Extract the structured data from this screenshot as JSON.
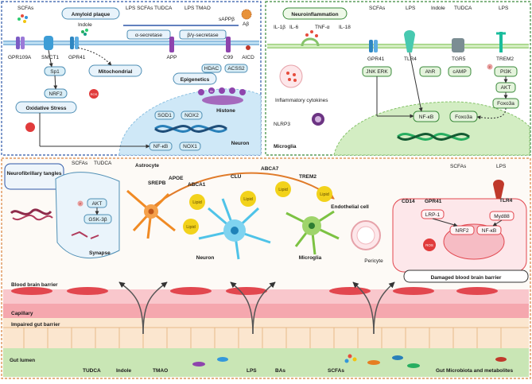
{
  "colors": {
    "neuron_panel_border": "#2d57a8",
    "microglia_panel_border": "#3a8a3a",
    "bottom_panel_border": "#d9823c",
    "neuron_cyan": "#4fc3e8",
    "astrocyte_orange": "#f08a24",
    "microglia_green": "#7cc242",
    "vessel_red": "#e2474f",
    "gut_green": "#c9e6b5",
    "lipid_yellow": "#f2d21b",
    "ros_red": "#e13b3b",
    "node_fill": "#d9eef7",
    "node_border": "#4f8fb5"
  },
  "neuron_panel": {
    "title_amyloid": "Amyloid plaque",
    "title_neuron": "Neuron",
    "scfas": "SCFAs",
    "lps_scfas_tudca": "LPS SCFAs TUDCA",
    "lps_tmao": "LPS  TMAO",
    "sappb": "sAPPβ",
    "abeta": "Aβ",
    "indole": "Indole",
    "gpr109a": "GPR109A",
    "smct1": "SMCT1",
    "gpr41": "GPR41",
    "alpha_secretase": "α-secretase",
    "beta_gamma_secretase": "β/γ-secretase",
    "app": "APP",
    "c99": "C99",
    "aicd": "AICD",
    "sp1": "Sp1",
    "nrf2": "NRF2",
    "mitochondrial": "Mitochondrial",
    "ros": "ROS",
    "epigenetics": "Epigenetics",
    "hdac": "HDAC",
    "acss2": "ACSS2",
    "histone": "Histone",
    "oxidative_stress": "Oxidative Stress",
    "sod1": "SOD1",
    "nox2": "NOX2",
    "nfkb": "NF-κB",
    "nox1": "NOX1",
    "ac": "Ac"
  },
  "microglia_panel": {
    "title_neuroinflammation": "Neuroinflammation",
    "title_microglia": "Microglia",
    "il1b": "IL-1β",
    "il6": "IL-6",
    "tnfa": "TNF-α",
    "il18": "IL-18",
    "scfas": "SCFAs",
    "lps": "LPS",
    "indole": "Indole",
    "tudca": "TUDCA",
    "lps2": "LPS",
    "gpr41": "GPR41",
    "tlr4": "TLR4",
    "tgr5": "TGR5",
    "trem2": "TREM2",
    "jnk_erk": "JNK ERK",
    "ahr": "AhR",
    "camp": "cAMP",
    "pi3k": "PI3K",
    "akt": "AKT",
    "foxo3a_side": "Foxo3a",
    "inflammatory_cytokines": "Inflammatory cytokines",
    "nlrp3": "NLRP3",
    "nfkb": "NF-κB",
    "foxo3a": "Foxo3a",
    "p": "P"
  },
  "bottom_panel": {
    "neurofibrillary_tangles": "Neurofibrillary tangles",
    "scfas_tudca": "SCFAs",
    "tudca": "TUDCA",
    "akt": "AKT",
    "gsk3b": "GSK-3β",
    "synapse": "Synapse",
    "astrocyte": "Astrocyte",
    "srepb": "SREPB",
    "apoe": "APOE",
    "abca1": "ABCA1",
    "clu": "CLU",
    "abca7": "ABCA7",
    "trem2": "TREM2",
    "lipid": "Lipid",
    "neuron": "Neuron",
    "microglia": "Microglia",
    "endothelial_cell": "Endothelial cell",
    "pericyte": "Pericyte",
    "cd14": "CD14",
    "gpr41": "GPR41",
    "scfas": "SCFAs",
    "lps": "LPS",
    "tlr4": "TLR4",
    "lrp1": "LRP-1",
    "myd88": "Myd88",
    "nrf2": "NRF2",
    "nfkb": "NF-κB",
    "ros": "ROS",
    "damaged_bbb": "Damaged blood brain barrier",
    "bbb": "Blood brain barrier",
    "capillary": "Capillary",
    "impaired_gut_barrier": "Impaired gut barrier",
    "gut_lumen": "Gut lumen",
    "gut_items": [
      "TUDCA",
      "Indole",
      "TMAO",
      "LPS",
      "BAs",
      "SCFAs",
      "Gut Microbiota  and metabolites"
    ],
    "p": "P"
  }
}
